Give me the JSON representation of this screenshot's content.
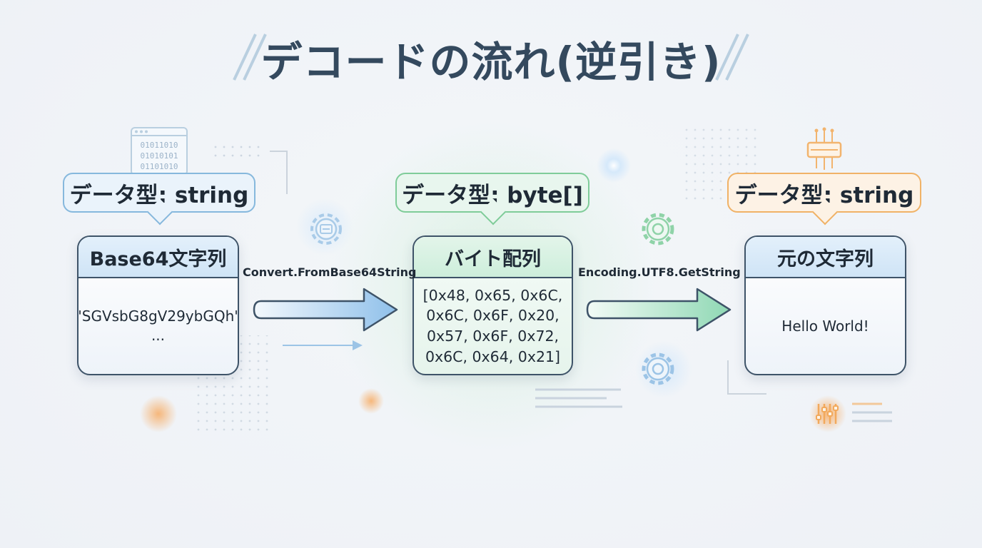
{
  "title": "デコードの流れ(逆引き)",
  "stages": [
    {
      "type_label": "データ型: string",
      "heading": "Base64文字列",
      "content_lines": [
        "'SGVsbG8gV29ybGQh'",
        "..."
      ]
    },
    {
      "type_label": "データ型: byte[]",
      "heading": "バイト配列",
      "content_lines": [
        "[0x48, 0x65, 0x6C,",
        "0x6C, 0x6F, 0x20,",
        "0x57, 0x6F, 0x72,",
        "0x6C, 0x64, 0x21]"
      ]
    },
    {
      "type_label": "データ型: string",
      "heading": "元の文字列",
      "content_lines": [
        "Hello World!"
      ]
    }
  ],
  "methods": [
    "Convert.FromBase64String",
    "Encoding.UTF8.GetString"
  ],
  "decor_binary": [
    "01011010",
    "01010101",
    "01101010"
  ],
  "colors": {
    "blue": "#86b8dd",
    "green": "#7fcc99",
    "orange": "#f0b267",
    "dark": "#3e5368",
    "title": "#34495e"
  }
}
